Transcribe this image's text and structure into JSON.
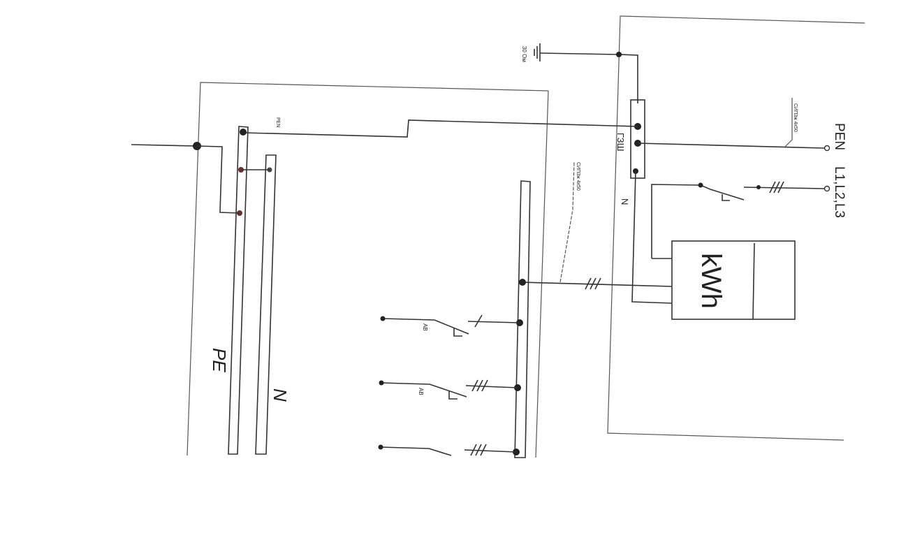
{
  "diagram": {
    "ground_label": "30 Ом",
    "pen_bus_label": "PEN",
    "gzsh_label": "ГЗШ",
    "neutral_label": "N",
    "input_pen_label": "PEN",
    "input_phase_label": "L1,L2,L3",
    "input_cable_label": "СИП3ж 4х50",
    "feeder_cable_label": "СИП3ж 4х50",
    "meter_label": "kWh",
    "breaker_label": "АВ",
    "pe_bus_label": "PE",
    "n_bus_label": "N"
  }
}
